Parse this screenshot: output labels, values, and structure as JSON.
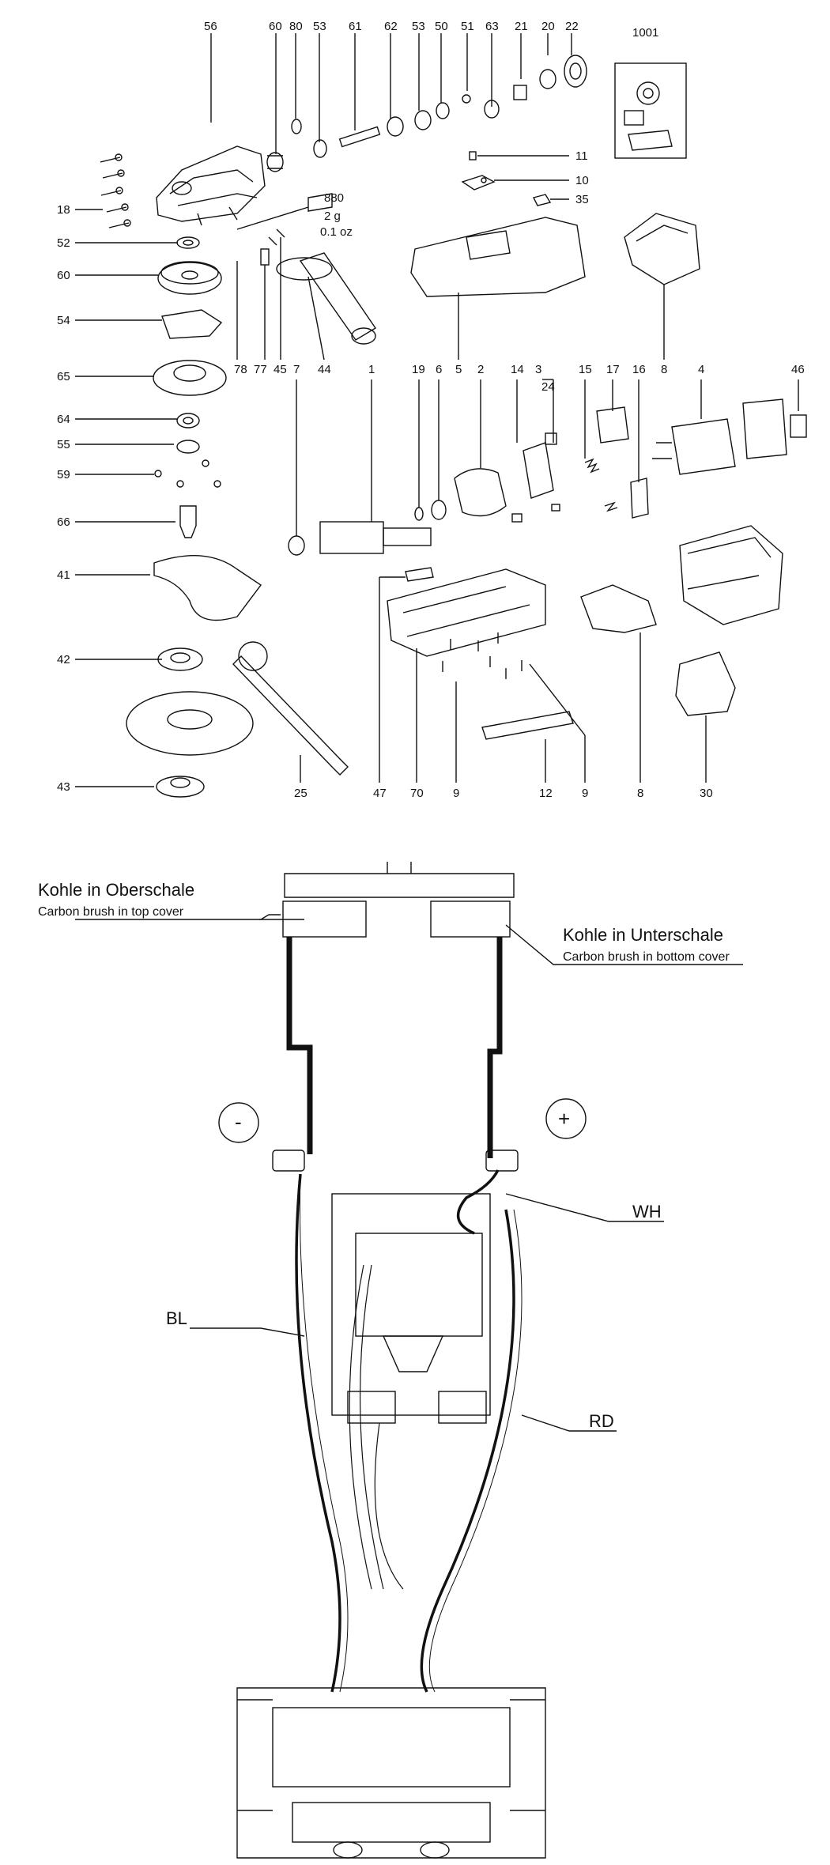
{
  "part_numbers": {
    "p56": "56",
    "p60t": "60",
    "p80": "80",
    "p53t": "53",
    "p61": "61",
    "p62": "62",
    "p53b": "53",
    "p50": "50",
    "p51": "51",
    "p63": "63",
    "p21": "21",
    "p20": "20",
    "p22": "22",
    "p1001": "1001",
    "p11": "11",
    "p10": "10",
    "p35": "35",
    "p18": "18",
    "p52": "52",
    "p60l": "60",
    "p54": "54",
    "p65": "65",
    "p64": "64",
    "p55": "55",
    "p59": "59",
    "p66": "66",
    "p41": "41",
    "p42": "42",
    "p43": "43",
    "p880": "880",
    "grease_g": "2 g",
    "grease_oz": "0.1 oz",
    "p78": "78",
    "p77": "77",
    "p45": "45",
    "p44": "44",
    "p7": "7",
    "p1": "1",
    "p19": "19",
    "p6": "6",
    "p2": "2",
    "p14": "14",
    "p3": "3",
    "p24": "24",
    "p15": "15",
    "p17": "17",
    "p16": "16",
    "p4": "4",
    "p46": "46",
    "p5": "5",
    "p8t": "8",
    "p8b": "8",
    "p47": "47",
    "p70": "70",
    "p9a": "9",
    "p12": "12",
    "p9b": "9",
    "p25": "25",
    "p30": "30"
  },
  "wiring": {
    "kohle_oben_de": "Kohle in Oberschale",
    "kohle_oben_en": "Carbon brush in top cover",
    "kohle_unten_de": "Kohle in Unterschale",
    "kohle_unten_en": "Carbon brush in bottom cover",
    "minus": "-",
    "plus": "+",
    "wh": "WH",
    "bl": "BL",
    "rd": "RD"
  }
}
